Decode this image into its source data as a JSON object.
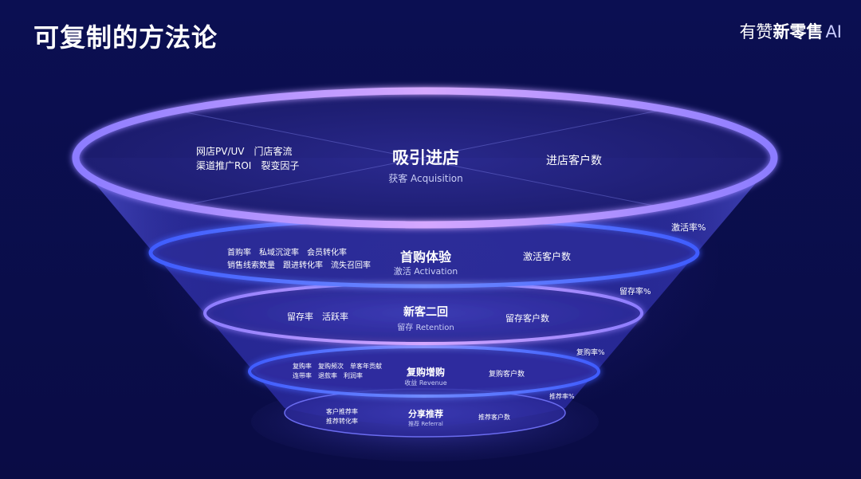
{
  "header": {
    "title": "可复制的方法论",
    "brand_prefix": "有赞",
    "brand_bold": "新零售",
    "brand_ai": "AI"
  },
  "stages": [
    {
      "title": "吸引进店",
      "subtitle": "获客 Acquisition",
      "metrics_left": [
        "网店PV/UV　门店客流",
        "渠道推广ROI　裂变因子"
      ],
      "metric_right": "进店客户数"
    },
    {
      "title": "首购体验",
      "subtitle": "激活 Activation",
      "metrics_left": [
        "首购率　私域沉淀率　会员转化率",
        "销售线索数量　跟进转化率　流失召回率"
      ],
      "metric_right": "激活客户数"
    },
    {
      "title": "新客二回",
      "subtitle": "留存 Retention",
      "metrics_left": [
        "留存率　活跃率"
      ],
      "metric_right": "留存客户数"
    },
    {
      "title": "复购增购",
      "subtitle": "收益 Revenue",
      "metrics_left": [
        "复购率　复购频次　单客年贡献",
        "连带率　退款率　利润率"
      ],
      "metric_right": "复购客户数"
    },
    {
      "title": "分享推荐",
      "subtitle": "推荐 Referral",
      "metrics_left": [
        "客户推荐率",
        "推荐转化率"
      ],
      "metric_right": "推荐客户数"
    }
  ],
  "rates": [
    "激活率%",
    "留存率%",
    "复购率%",
    "推荐率%"
  ],
  "colors": {
    "background": "#0a0d4a",
    "ring_violet": "#b98cff",
    "ring_blue": "#4f6dff",
    "funnel_body": "#2e2ea0"
  }
}
